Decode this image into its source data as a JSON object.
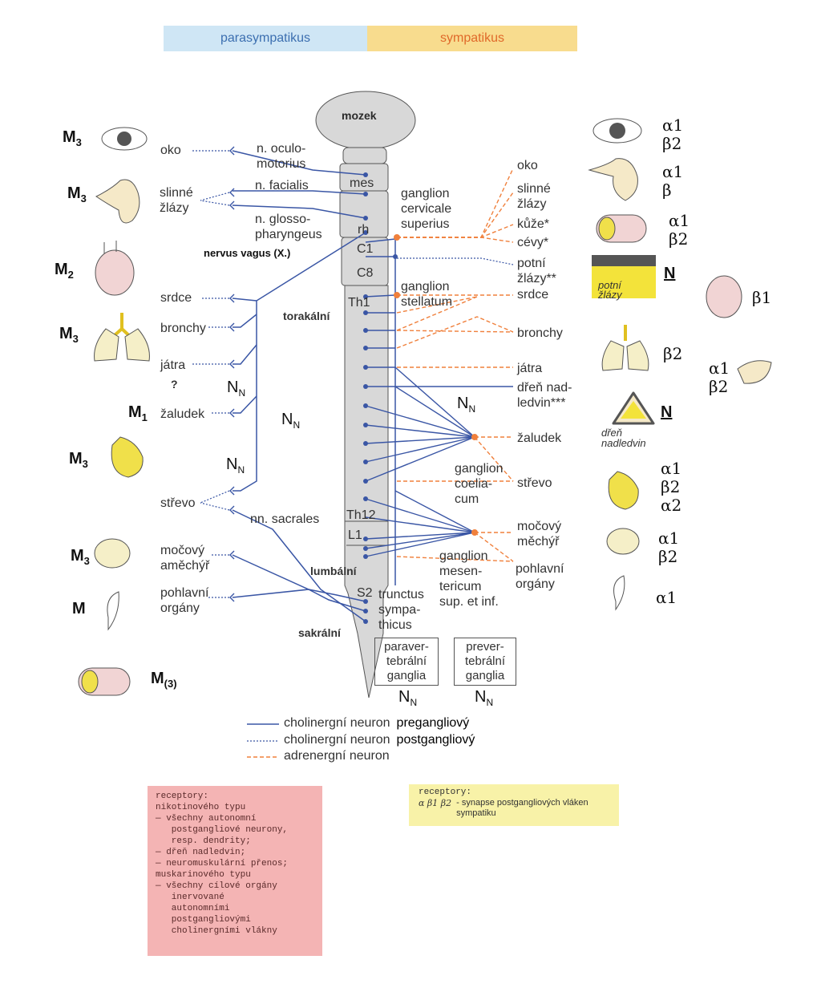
{
  "header": {
    "parasympathetic": "parasympatikus",
    "sympathetic": "sympatikus"
  },
  "colors": {
    "parasym": "#cfe6f5",
    "sym": "#f8dc8e",
    "blue": "#3a56a5",
    "orange": "#f0803c",
    "cord": "#d8d8d8"
  },
  "brain": {
    "mozek": "mozek",
    "mes": "mes",
    "rh": "rh",
    "c1": "C1",
    "c8": "C8",
    "th1": "Th1",
    "th12": "Th12",
    "l1": "L1",
    "s2": "S2"
  },
  "cord_regions": {
    "torakalni": "torakální",
    "lumbalni": "lumbální",
    "sakralni": "sakrální"
  },
  "para_nerves": {
    "oculomotorius": "n. oculo-\nmotorius",
    "facialis": "n. facialis",
    "glosso": "n. glosso-\npharyngeus",
    "vagus": "nervus vagus (X.)",
    "sacrales": "nn. sacrales"
  },
  "para_organs": {
    "oko": "oko",
    "slinne": "slinné\nžlázy",
    "srdce": "srdce",
    "bronchy": "bronchy",
    "jatra": "játra",
    "question": "?",
    "zaludek": "žaludek",
    "strevo": "střevo",
    "mocovy": "močový\naměchýř",
    "pohlavni": "pohlavní\norgány"
  },
  "left_receptors": {
    "oko": "M",
    "oko_sub": "3",
    "slinne": "M",
    "slinne_sub": "3",
    "srdce": "M",
    "srdce_sub": "2",
    "bronchy": "M",
    "bronchy_sub": "3",
    "zaludek": "M",
    "zaludek_sub": "1",
    "strevo": "M",
    "strevo_sub": "3",
    "mechyr": "M",
    "mechyr_sub": "3",
    "pohlavni": "M",
    "cevy": "M",
    "cevy_sub": "(3)"
  },
  "nn_label": {
    "main": "N",
    "sub": "N"
  },
  "sym_ganglia": {
    "cervicale": "ganglion\ncervicale\nsuperius",
    "stellatum": "ganglion\nstellatum",
    "coeliacum": "ganglion\ncoelia-\ncum",
    "mesentericum": "ganglion\nmesen-\ntericum\nsup. et inf.",
    "trunctus": "trunctus\nsympa-\nthicus",
    "paravertebral": "paraver-\ntebrální\nganglia",
    "prevertebral": "prever-\ntebrální\nganglia"
  },
  "sym_organs": {
    "oko": "oko",
    "slinne": "slinné\nžlázy",
    "kuze": "kůže*",
    "cevy": "cévy*",
    "potni": "potní\nžlázy**",
    "srdce": "srdce",
    "bronchy": "bronchy",
    "jatra": "játra",
    "dren": "dřeň nad-\nledvin***",
    "zaludek": "žaludek",
    "strevo": "střevo",
    "mechyr": "močový\nměchýř",
    "pohlavni": "pohlavní\norgány"
  },
  "right_receptors": {
    "oko": "α1\nβ2",
    "slinne": "α1\nβ",
    "cevy": "α1\nβ2",
    "potni": "N",
    "srdce": "β1",
    "bronchy": "β2",
    "jatra": "α1\nβ2",
    "dren": "N",
    "strevo": "α1\nβ2\nα2",
    "mechyr": "α1\nβ2",
    "pohlavni": "α1"
  },
  "pics": {
    "potni": "potní\nžlázy",
    "dren": "dřeň\nnadledvin"
  },
  "legend": {
    "l1a": "cholinergní neuron ",
    "l1b": "pregangliový",
    "l2a": "cholinergní neuron ",
    "l2b": "postgangliový",
    "l3": "adrenergní neuron"
  },
  "pink_box": "receptory:\nnikotinového typu\n— všechny autonomní\n   postgangliové neurony,\n   resp. dendrity;\n— dřeň nadledvin;\n— neuromuskulární přenos;\nmuskarinového typu\n— všechny cílové orgány\n   inervované\n   autonomními\n   postgangliovými\n   cholinergními vlákny",
  "yellow_box": {
    "title": "receptory:",
    "syms": "α β1 β2",
    "text": "- synapse postgangliových vláken\nsympatiku"
  }
}
